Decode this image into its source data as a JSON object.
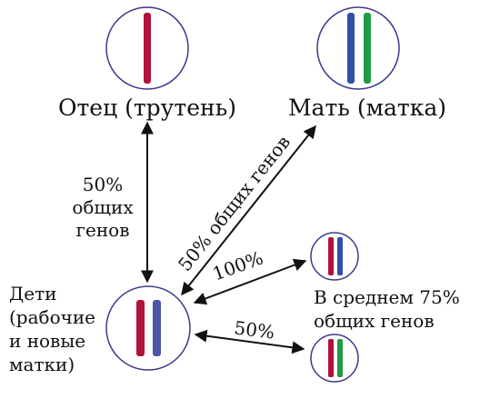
{
  "colors": {
    "father_chromosome": "#b1123a",
    "mother_chromosome_a": "#2f4fa8",
    "mother_chromosome_b": "#1f9a45",
    "child_chromosome_b": "#4d55a8",
    "circle_stroke": "#3a3a8a"
  },
  "labels": {
    "father": "Отец (трутень)",
    "mother": "Мать (матка)",
    "children": [
      "Дети",
      "(рабочие",
      "и новые",
      "матки)"
    ],
    "sisters": [
      "В среднем 75%",
      "общих генов"
    ]
  },
  "edges": {
    "father_children": [
      "50%",
      "общих",
      "генов"
    ],
    "mother_children": "50% общих генов",
    "children_sister_a": "100%",
    "children_sister_b": "50%"
  }
}
